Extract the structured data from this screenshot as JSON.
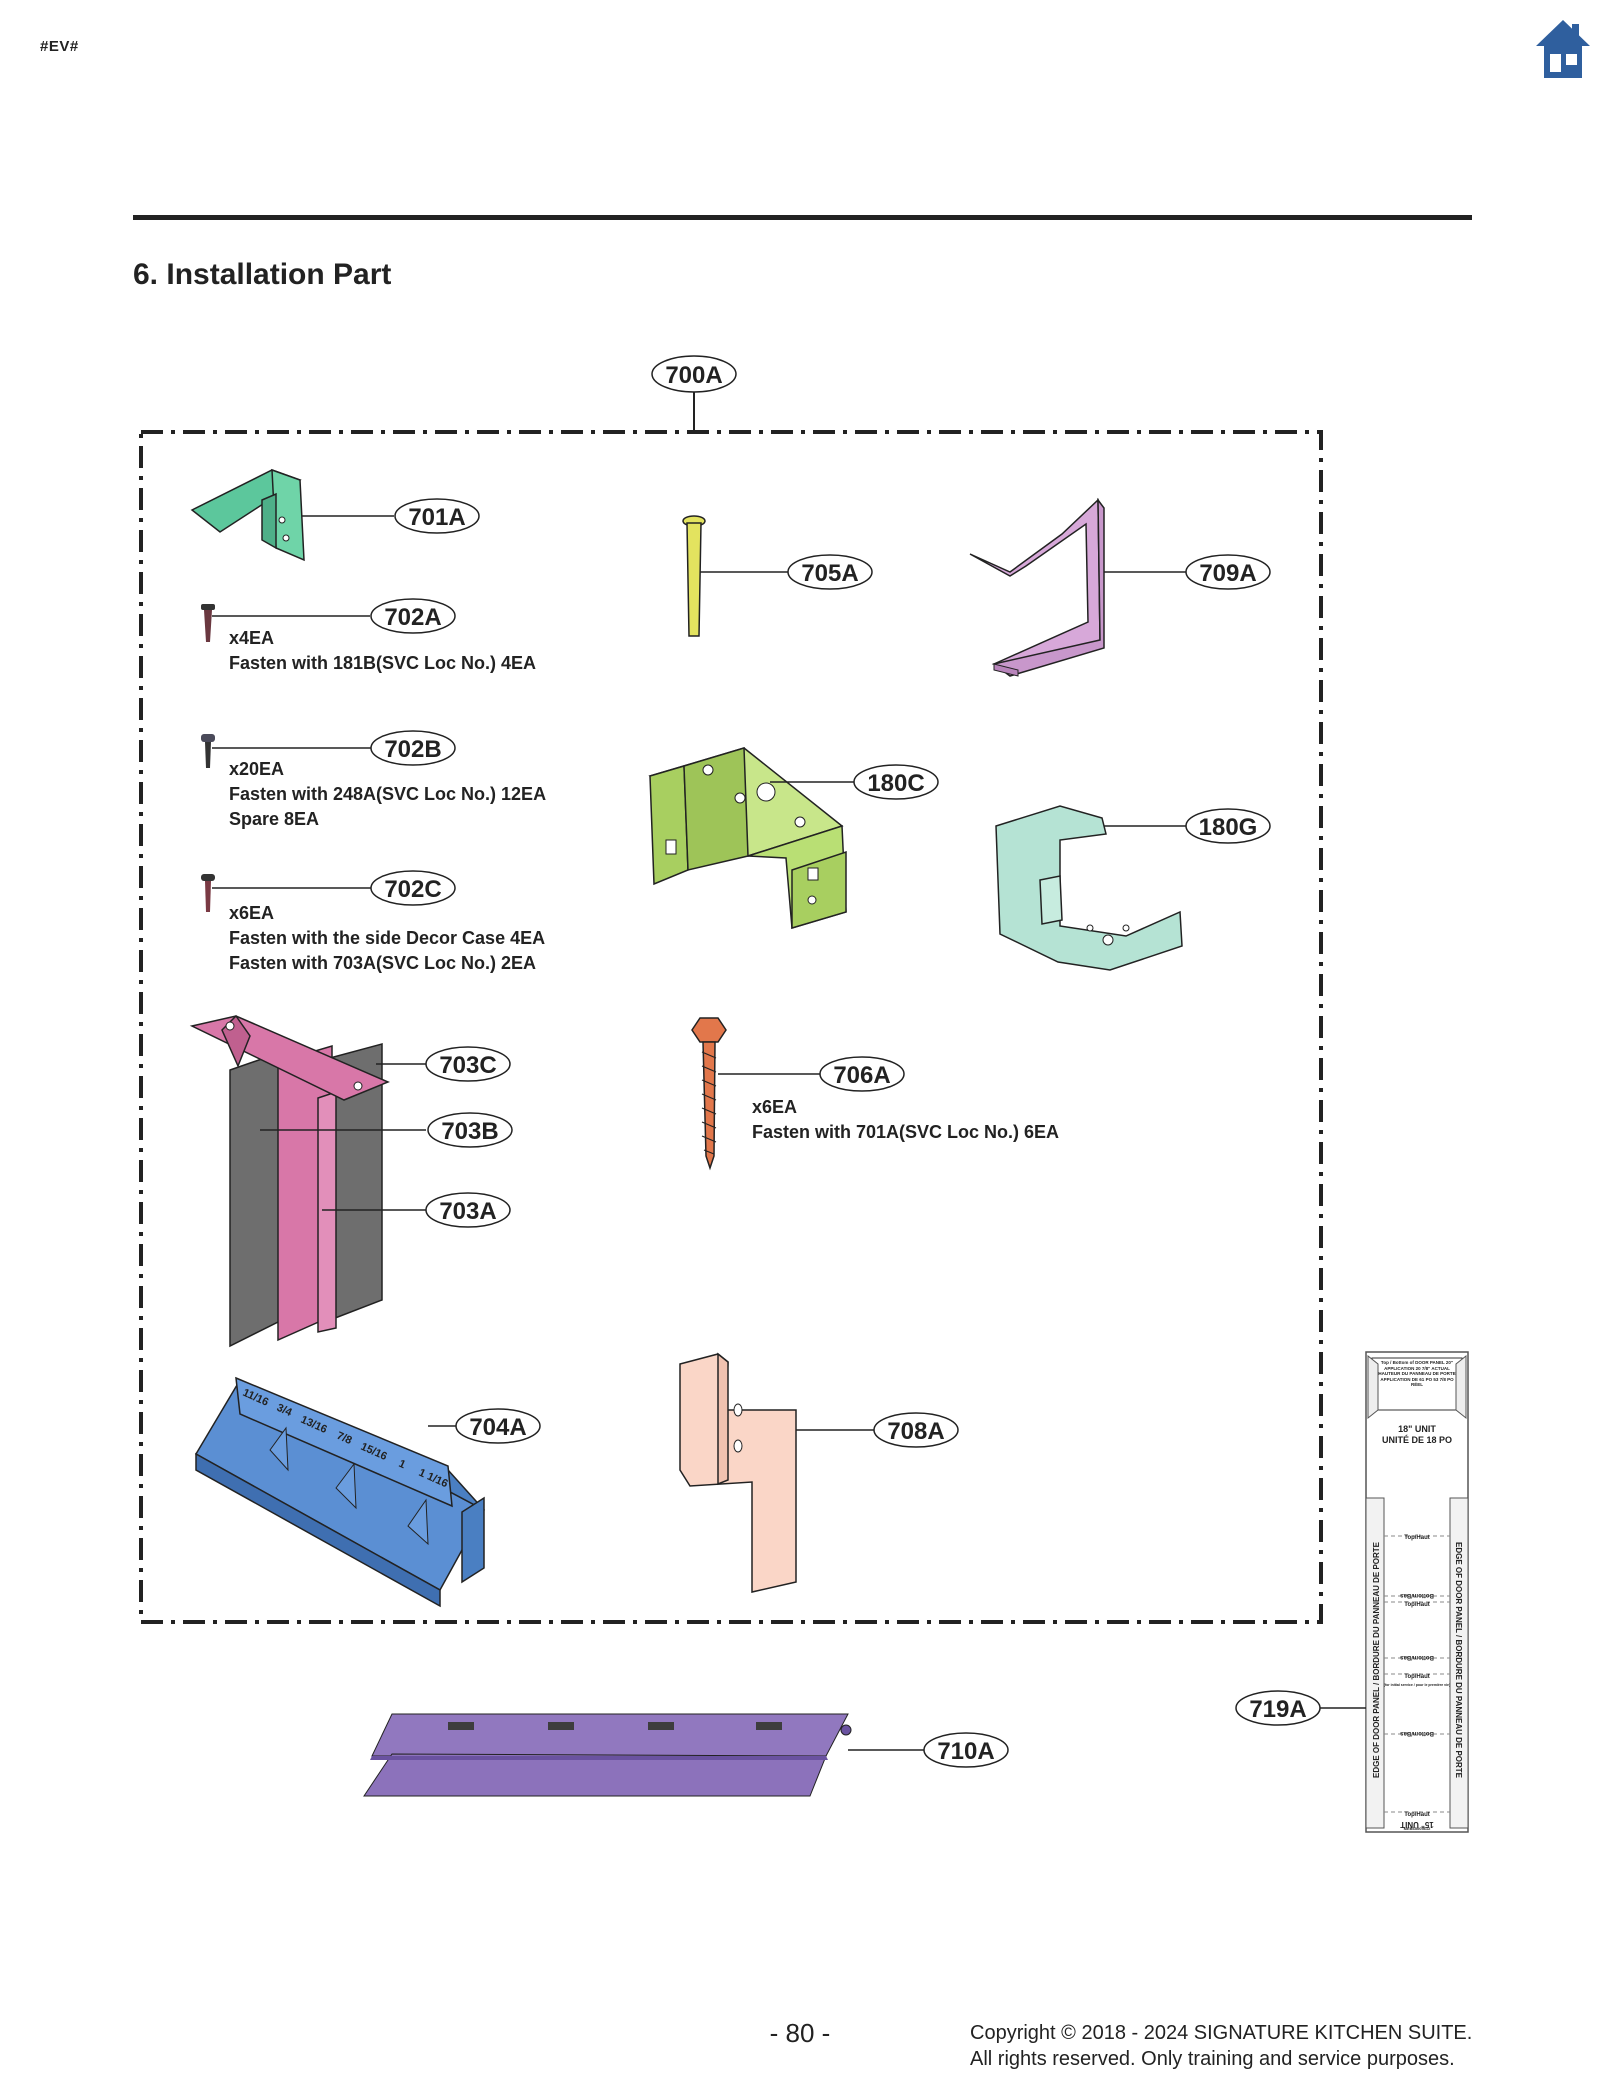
{
  "header": {
    "doc_code": "#EV#",
    "home_icon": "home-icon"
  },
  "section": {
    "title": "6. Installation Part"
  },
  "colors": {
    "accent_blue": "#2f5f9e",
    "green_701A": "#5cc79c",
    "yellow_705A": "#e3e35f",
    "lilac_709A": "#d7a8d9",
    "lime_180C": "#b9df74",
    "mint_180G": "#b5e3d4",
    "pink_703": "#d877a8",
    "gray_703A": "#6e6e6e",
    "orange_706A": "#e2774b",
    "blue_704A": "#5b8fd3",
    "peach_708A": "#fad6c7",
    "purple_710A": "#9178bf"
  },
  "parts": {
    "p700A": {
      "label": "700A"
    },
    "p701A": {
      "label": "701A"
    },
    "p702A": {
      "label": "702A",
      "qty": "x4EA",
      "note": "Fasten with 181B(SVC Loc No.) 4EA"
    },
    "p702B": {
      "label": "702B",
      "qty": "x20EA",
      "note": "Fasten with 248A(SVC Loc No.) 12EA",
      "note2": "Spare 8EA"
    },
    "p702C": {
      "label": "702C",
      "qty": "x6EA",
      "note": "Fasten with the side Decor Case 4EA",
      "note2": "Fasten with 703A(SVC Loc No.) 2EA"
    },
    "p703C": {
      "label": "703C"
    },
    "p703B": {
      "label": "703B"
    },
    "p703A": {
      "label": "703A"
    },
    "p704A": {
      "label": "704A",
      "scale": [
        "11/16",
        "3/4",
        "13/16",
        "7/8",
        "15/16",
        "1",
        "1 1/16"
      ]
    },
    "p705A": {
      "label": "705A"
    },
    "p180C": {
      "label": "180C"
    },
    "p706A": {
      "label": "706A",
      "qty": "x6EA",
      "note": "Fasten with 701A(SVC Loc No.) 6EA"
    },
    "p708A": {
      "label": "708A"
    },
    "p709A": {
      "label": "709A"
    },
    "p180G": {
      "label": "180G"
    },
    "p710A": {
      "label": "710A"
    },
    "p719A": {
      "label": "719A",
      "top_box": "Top / Bottom of DOOR PANEL 20\" APPLICATION 20 7/8\" ACTUAL HAUTEUR DU PANNEAU DE PORTE APPLICATION DE 61 PO 53 7/8 PO RÉEL",
      "unit_en": "18\" UNIT",
      "unit_fr": "UNITÉ DE 18 PO",
      "side_text": "EDGE OF DOOR PANEL / BORDURE DU PANNEAU DE PORTE",
      "top_haut": "Top/Haut",
      "bottom_bas": "Bottom/Bas",
      "first_service": "(for initial service / pour le première vie)",
      "unit_15": "15\" UNIT",
      "code": "MEB65005612"
    }
  },
  "footer": {
    "page_number": "- 80 -",
    "copyright_line1": "Copyright © 2018 - 2024 SIGNATURE KITCHEN SUITE.",
    "copyright_line2": "All rights reserved. Only training and service purposes."
  }
}
